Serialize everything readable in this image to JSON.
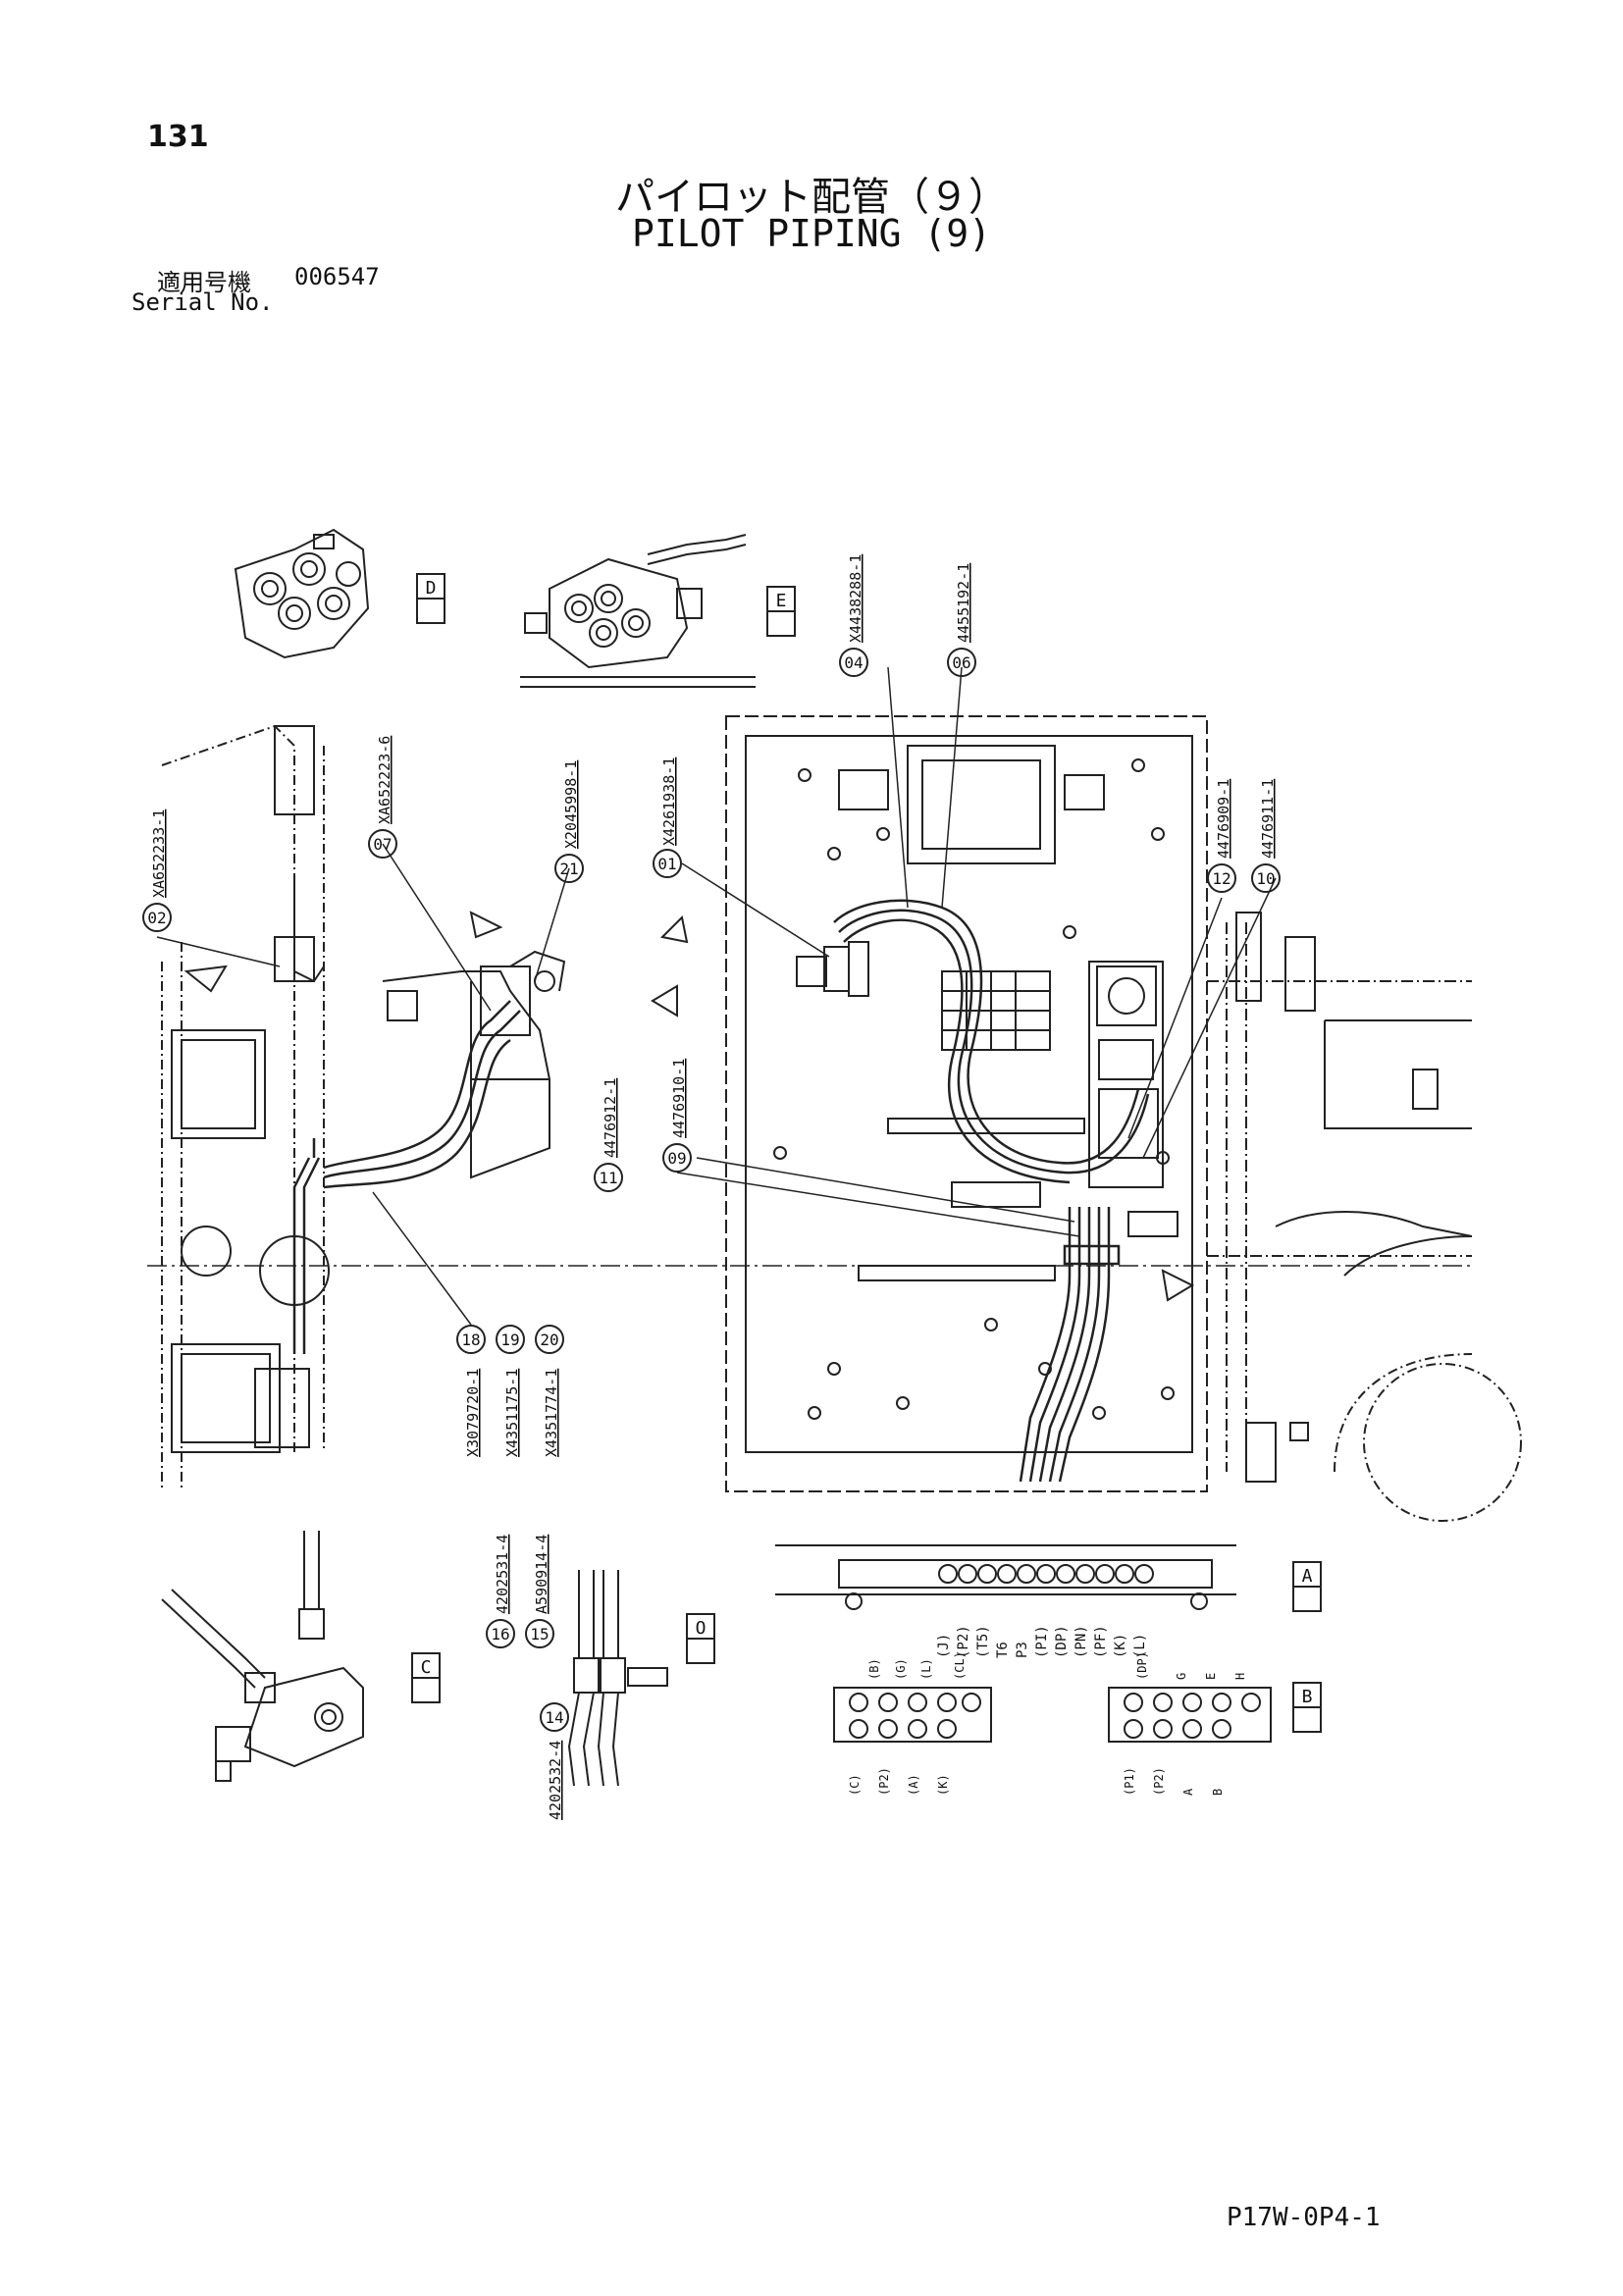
{
  "header": {
    "page_number": "131",
    "title_jp": "パイロット配管（９）",
    "title_en": "PILOT PIPING (9)",
    "serial_label_jp": "適用号機",
    "serial_value": "006547",
    "serial_label_en": "Serial No."
  },
  "part_numbers": {
    "p01": "X4261938-1",
    "p02": "XA652233-1",
    "p04": "X4438288-1",
    "p06": "4455192-1",
    "p07": "XA652223-6",
    "p09": "4476910-1",
    "p10": "4476911-1",
    "p11": "4476912-1",
    "p12": "4476909-1",
    "p14": "4202532-4",
    "p15": "A590914-4",
    "p16": "4202531-4",
    "p18": "X3079720-1",
    "p19": "X4351175-1",
    "p21": "X2045998-1",
    "p20": "X4351774-1"
  },
  "callouts": [
    "01",
    "02",
    "04",
    "06",
    "07",
    "09",
    "10",
    "11",
    "12",
    "14",
    "15",
    "16",
    "18",
    "19",
    "20",
    "21"
  ],
  "views": {
    "A": "A",
    "B": "B",
    "C": "C",
    "D": "D",
    "E": "E",
    "O": "O"
  },
  "port_labels": {
    "section_a": [
      "(J)",
      "(P2)",
      "(T5)",
      "T6",
      "P3",
      "(PI)",
      "(DP)",
      "(PN)",
      "(PF)",
      "(K)",
      "(L)"
    ],
    "section_b_top": [
      "(B)",
      "(G)",
      "(L)",
      "(CL)",
      "(DP)",
      "G",
      "E",
      "H"
    ],
    "section_b_bottom": [
      "(C)",
      "(P2)",
      "(A)",
      "(K)",
      "(P1)",
      "(P2)",
      "A",
      "B"
    ]
  },
  "footer": {
    "drawing_code": "P17W-0P4-1"
  }
}
